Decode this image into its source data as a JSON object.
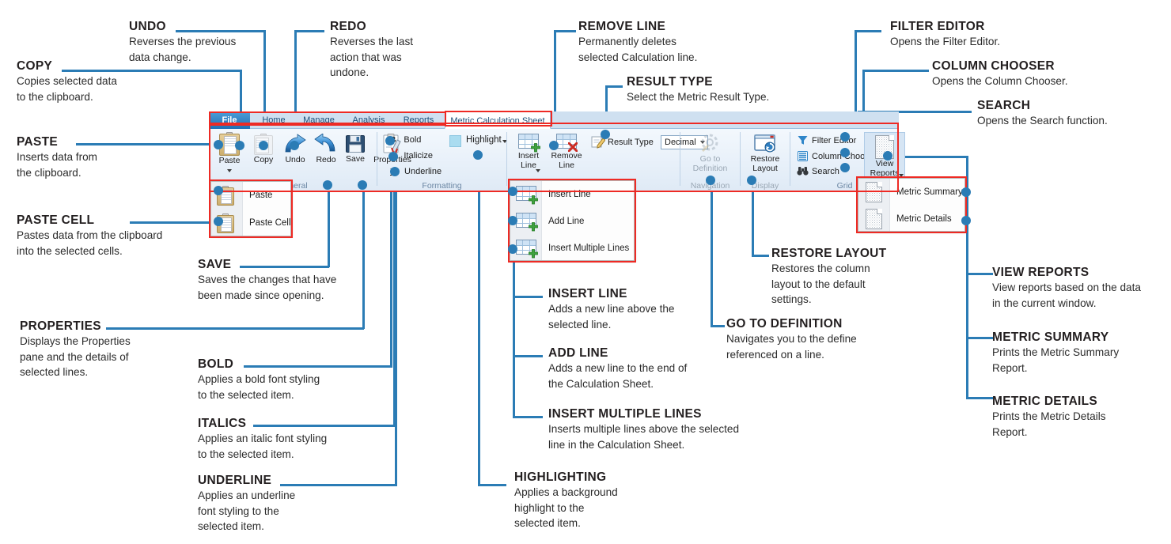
{
  "meta": {
    "accent_blue": "#2b7cb5",
    "highlight_red": "#ee2a24",
    "ribbon_tab_blue": "#1f6fb5"
  },
  "ribbon": {
    "tabs": [
      {
        "label": "File",
        "state": "file"
      },
      {
        "label": "Home",
        "state": "normal"
      },
      {
        "label": "Manage",
        "state": "normal"
      },
      {
        "label": "Analysis",
        "state": "normal"
      },
      {
        "label": "Reports",
        "state": "normal"
      },
      {
        "label": "Metric Calculation Sheet",
        "state": "active"
      }
    ],
    "groups": [
      {
        "label": "General"
      },
      {
        "label": "Formatting"
      },
      {
        "label": "Navigation"
      },
      {
        "label": "Display"
      },
      {
        "label": "Grid"
      }
    ],
    "buttons": {
      "paste": "Paste",
      "copy": "Copy",
      "undo": "Undo",
      "redo": "Redo",
      "save": "Save",
      "properties": "Properties",
      "insert_line": "Insert\nLine",
      "insert_line_l1": "Insert",
      "insert_line_l2": "Line",
      "remove_line_l1": "Remove",
      "remove_line_l2": "Line",
      "go_to_definition_l1": "Go to",
      "go_to_definition_l2": "Definition",
      "restore_layout_l1": "Restore",
      "restore_layout_l2": "Layout",
      "view_reports_l1": "View",
      "view_reports_l2": "Reports"
    },
    "formatting": {
      "bold_glyph": "B",
      "bold": "Bold",
      "italic_glyph": "I",
      "italicize": "Italicize",
      "underline_glyph": "U",
      "underline": "Underline",
      "highlight": "Highlight"
    },
    "result_type": {
      "label": "Result Type",
      "value": "Decimal"
    },
    "grid_items": [
      {
        "label": "Filter Editor",
        "icon": "funnel-icon"
      },
      {
        "label": "Column Chooser",
        "icon": "columns-icon"
      },
      {
        "label": "Search",
        "icon": "binoculars-icon"
      }
    ]
  },
  "menus": {
    "paste": {
      "items": [
        {
          "label": "Paste",
          "icon": "clipboard-icon"
        },
        {
          "label": "Paste Cell",
          "icon": "clipboard-cell-icon"
        }
      ]
    },
    "insert_line": {
      "items": [
        {
          "label": "Insert Line",
          "icon": "insert-line-icon"
        },
        {
          "label": "Add Line",
          "icon": "add-line-icon"
        },
        {
          "label": "Insert Multiple Lines",
          "icon": "insert-multiple-lines-icon"
        }
      ]
    },
    "view_reports": {
      "items": [
        {
          "label": "Metric Summary",
          "icon": "report-page-icon"
        },
        {
          "label": "Metric Details",
          "icon": "report-page-icon"
        }
      ]
    }
  },
  "callouts": {
    "copy": {
      "title": "COPY",
      "body": "Copies selected data\nto the clipboard."
    },
    "undo": {
      "title": "UNDO",
      "body": "Reverses the previous\ndata change."
    },
    "redo": {
      "title": "REDO",
      "body": "Reverses the last\naction that was\nundone."
    },
    "remove_line": {
      "title": "REMOVE LINE",
      "body": "Permanently deletes\nselected Calculation line."
    },
    "result_type": {
      "title": "RESULT TYPE",
      "body": "Select the Metric Result Type."
    },
    "filter_editor": {
      "title": "FILTER EDITOR",
      "body": "Opens the Filter Editor."
    },
    "column_chooser": {
      "title": "COLUMN CHOOSER",
      "body": "Opens the Column Chooser."
    },
    "search": {
      "title": "SEARCH",
      "body": "Opens the Search function."
    },
    "paste": {
      "title": "PASTE",
      "body": "Inserts data from\nthe clipboard."
    },
    "paste_cell": {
      "title": "PASTE CELL",
      "body": "Pastes data from the clipboard\ninto the selected cells."
    },
    "save": {
      "title": "SAVE",
      "body": "Saves the changes that have\nbeen made since opening."
    },
    "properties": {
      "title": "PROPERTIES",
      "body": "Displays the Properties\npane and the details of\nselected lines."
    },
    "bold": {
      "title": "BOLD",
      "body": "Applies a bold font styling\nto the selected item."
    },
    "italics": {
      "title": "ITALICS",
      "body": "Applies an italic font styling\nto the selected item."
    },
    "underline": {
      "title": "UNDERLINE",
      "body": "Applies an underline\nfont styling to the\nselected item."
    },
    "highlighting": {
      "title": "HIGHLIGHTING",
      "body": "Applies a background\nhighlight to the\nselected item."
    },
    "insert_line": {
      "title": "INSERT LINE",
      "body": "Adds a new line above the\nselected line."
    },
    "add_line": {
      "title": "ADD LINE",
      "body": "Adds a new line to the end of\nthe Calculation Sheet."
    },
    "insert_multiple_lines": {
      "title": "INSERT MULTIPLE LINES",
      "body": "Inserts multiple lines above the selected\nline in the Calculation Sheet."
    },
    "restore_layout": {
      "title": "RESTORE LAYOUT",
      "body": "Restores the column\nlayout to the default\nsettings."
    },
    "go_to_definition": {
      "title": "GO TO DEFINITION",
      "body": "Navigates you to the define\nreferenced on a line."
    },
    "view_reports": {
      "title": "VIEW REPORTS",
      "body": "View reports based on the data\nin the current window."
    },
    "metric_summary": {
      "title": "METRIC SUMMARY",
      "body": "Prints the Metric Summary\nReport."
    },
    "metric_details": {
      "title": "METRIC DETAILS",
      "body": "Prints the Metric Details\nReport."
    }
  }
}
